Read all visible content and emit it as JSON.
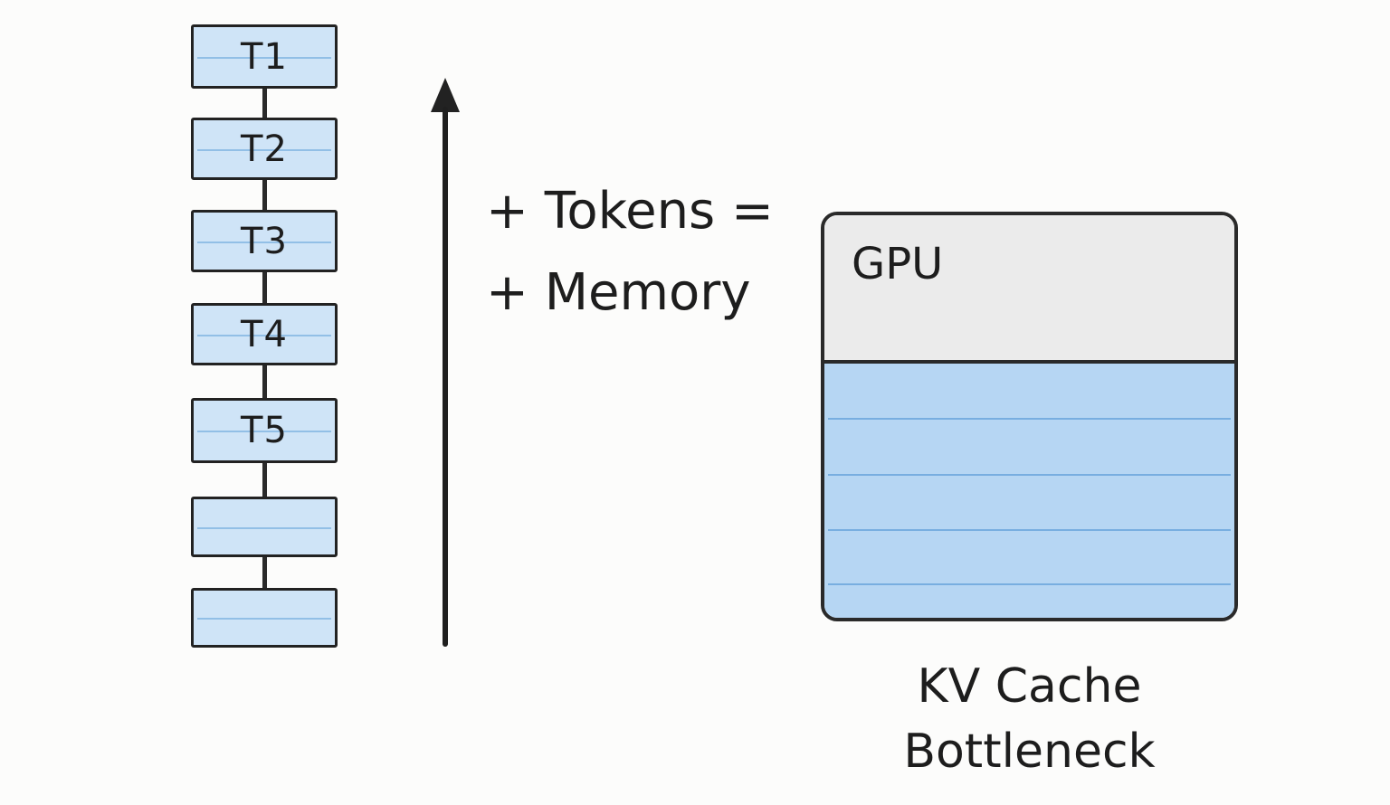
{
  "token_stack": {
    "tokens": [
      {
        "label": "T1"
      },
      {
        "label": "T2"
      },
      {
        "label": "T3"
      },
      {
        "label": "T4"
      },
      {
        "label": "T5"
      },
      {
        "label": ""
      },
      {
        "label": ""
      }
    ]
  },
  "growth_arrow": {
    "direction": "up"
  },
  "equation": {
    "line1": "+ Tokens =",
    "line2": "+ Memory"
  },
  "gpu": {
    "label": "GPU",
    "kv_cache_rows": 5
  },
  "caption": {
    "line1": "KV Cache",
    "line2": "Bottleneck"
  },
  "colors": {
    "token_fill": "#cfe4f7",
    "kv_fill": "#b6d6f3",
    "gpu_fill": "#ebebeb",
    "outline": "#222222"
  }
}
